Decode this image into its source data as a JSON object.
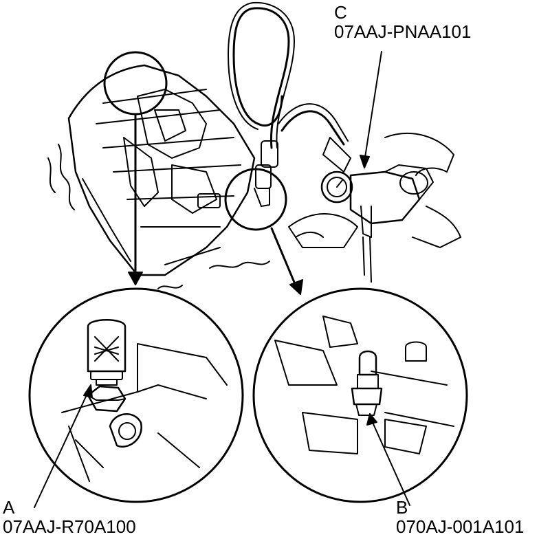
{
  "callouts": {
    "a": {
      "letter": "A",
      "part_number": "07AAJ-R70A100"
    },
    "b": {
      "letter": "B",
      "part_number": "070AJ-001A101"
    },
    "c": {
      "letter": "C",
      "part_number": "07AAJ-PNAA101"
    }
  },
  "colors": {
    "ink": "#000000",
    "paper": "#ffffff"
  }
}
